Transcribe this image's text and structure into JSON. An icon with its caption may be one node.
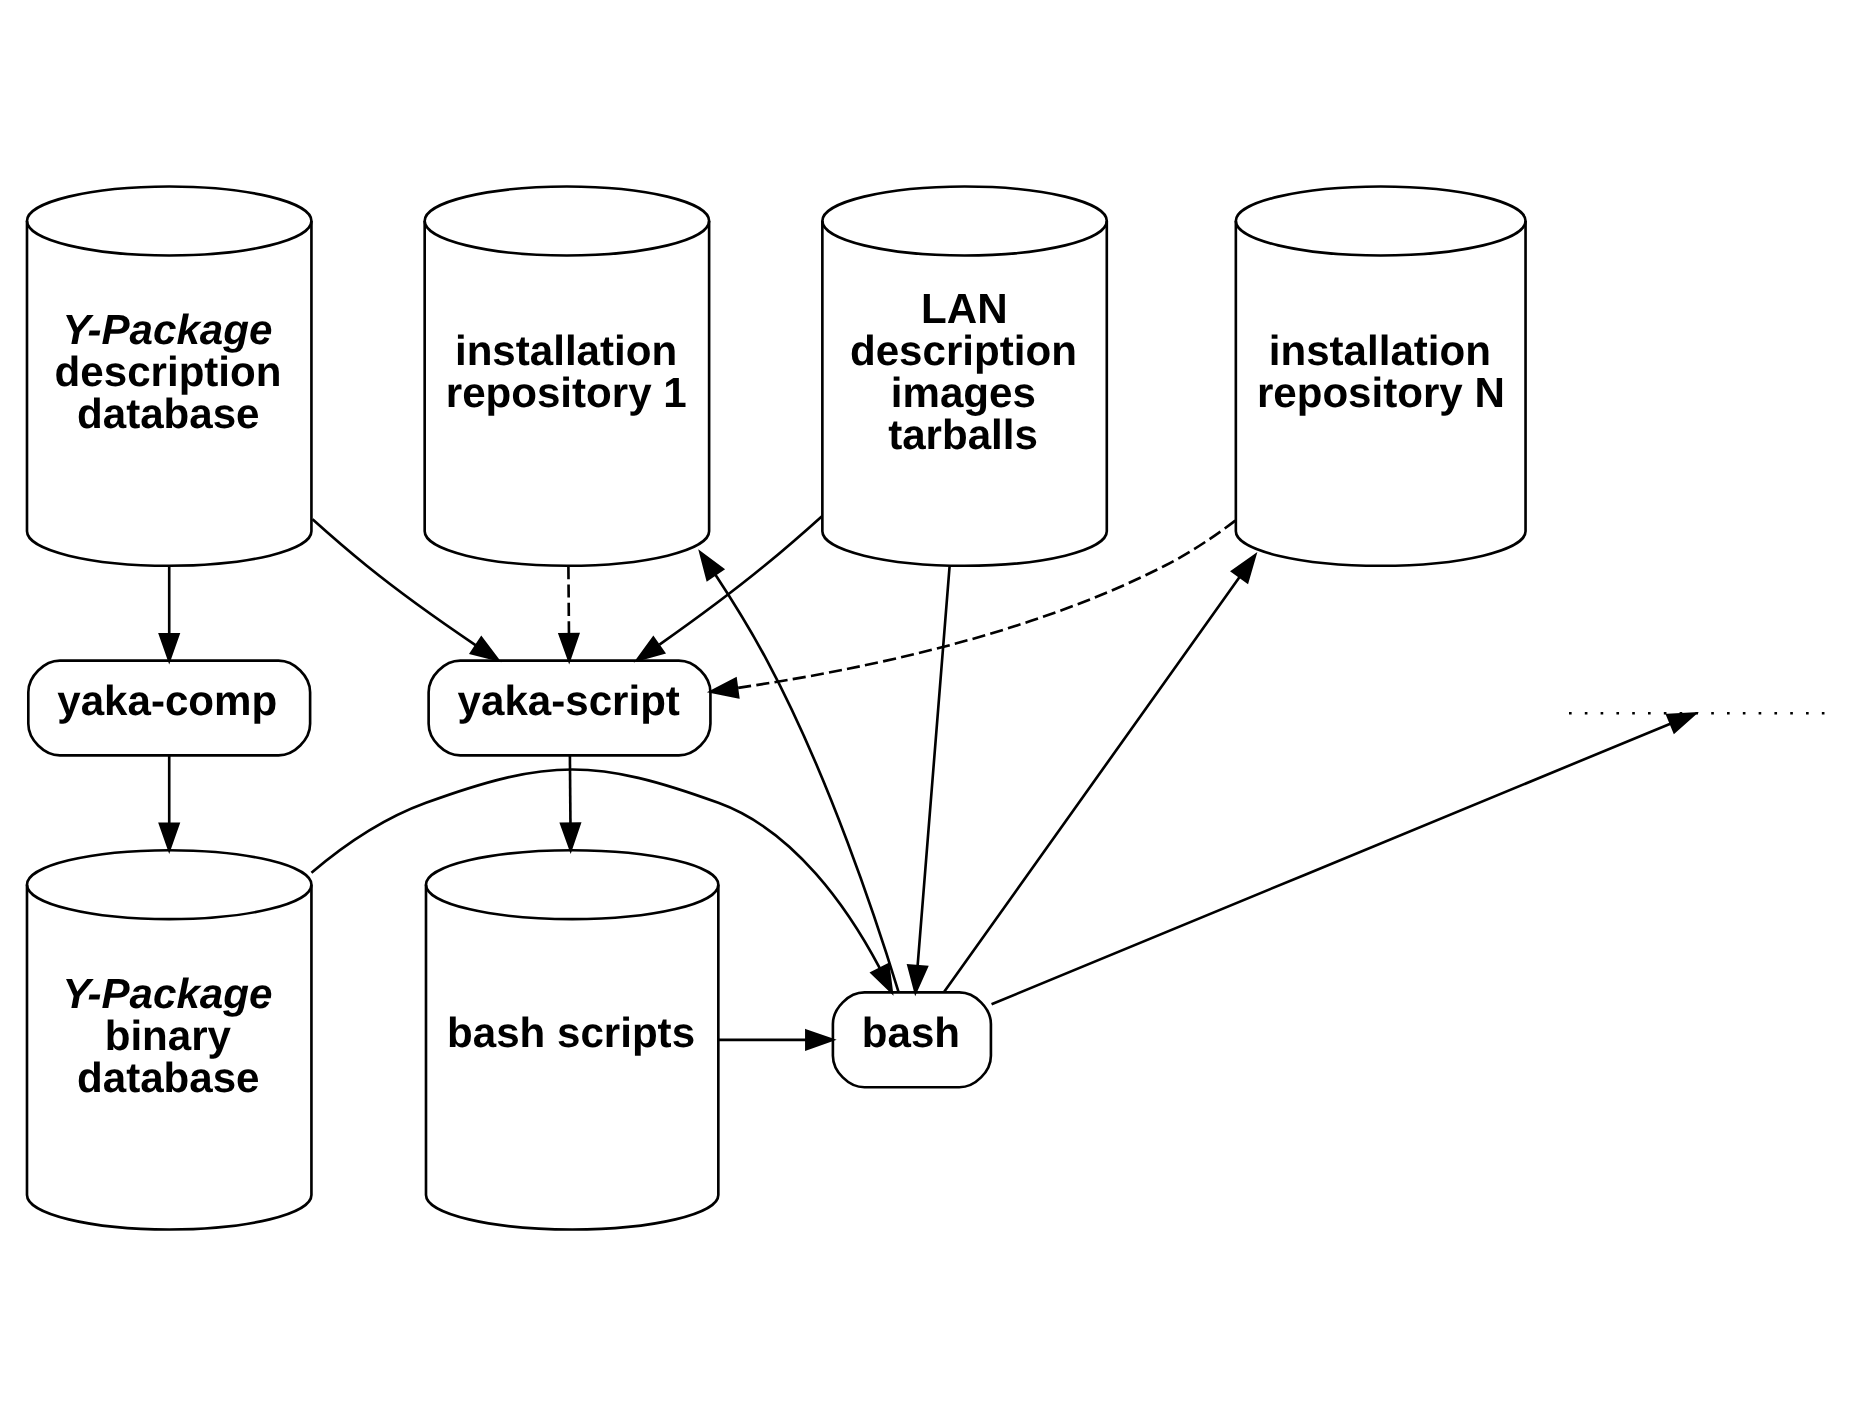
{
  "diagram": {
    "nodes": [
      {
        "text": [
          "*Y-Package* description database"
        ]
      },
      {
        "text": [
          "LAN description images tarballs"
        ]
      },
      {
        "text": [
          "installation repository 1"
        ]
      },
      {
        "text": [
          "yaka-comp"
        ]
      },
      {
        "text": [
          "yaka-script"
        ]
      },
      {
        "text": [],
        "shape": "bar"
      },
      {
        "text": [
          "installation repository N"
        ]
      },
      {
        "text": [
          "*Y-Package* binary database"
        ]
      },
      {
        "text": [
          "bash scripts"
        ]
      },
      {
        "text": [
          "bash"
        ]
      }
    ],
    "edges": [
      {
        "from": 0,
        "to": 3,
        "arrow": "to"
      },
      {
        "from": 0,
        "to": 4,
        "arrow": "to"
      },
      {
        "from": 1,
        "to": 4,
        "arrow": "to"
      },
      {
        "from": 1,
        "to": 9,
        "arrow": "to"
      },
      {
        "from": 2,
        "to": 4,
        "arrow": "to",
        "style": "dashed"
      },
      {
        "from": 6,
        "to": 4,
        "arrow": "to",
        "style": "dashed"
      },
      {
        "from": 3,
        "to": 7,
        "arrow": "to"
      },
      {
        "from": 4,
        "to": 8,
        "arrow": "to"
      },
      {
        "from": 8,
        "to": 9,
        "arrow": "to"
      },
      {
        "from": 7,
        "to": 9,
        "arrow": "to"
      },
      {
        "from": 9,
        "to": 2,
        "arrow": "to"
      },
      {
        "from": 9,
        "to": 5,
        "arrow": "to"
      },
      {
        "from": 9,
        "to": 6,
        "arrow": "to"
      }
    ]
  }
}
